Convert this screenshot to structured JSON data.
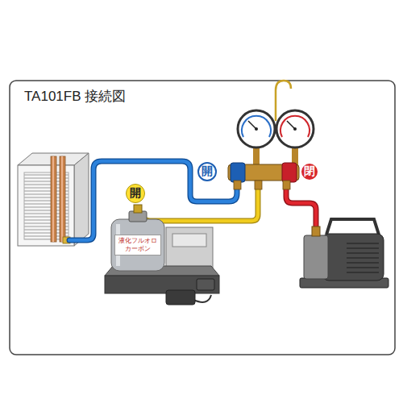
{
  "diagram": {
    "title": "TA101FB 接続図",
    "nodes": [
      {
        "text": [
          "開"
        ]
      },
      {
        "text": [
          "閉"
        ]
      },
      {
        "text": [
          "開"
        ]
      },
      {
        "text": [
          "液化フルオロ カーボン"
        ]
      }
    ]
  }
}
